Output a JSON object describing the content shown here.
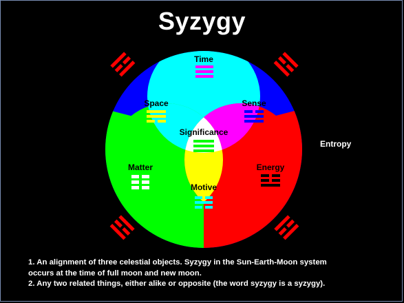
{
  "title": "Syzygy",
  "regions": {
    "time": "Time",
    "space": "Space",
    "sense": "Sense",
    "significance": "Significance",
    "matter": "Matter",
    "energy": "Energy",
    "motive": "Motive"
  },
  "outside_label": "Entropy",
  "notes": [
    "1. An alignment of three celestial objects. Syzygy in the Sun-Earth-Moon system",
    "occurs at the time of full moon and new moon.",
    "2. Any two related things, either alike or opposite (the word syzygy is a syzygy)."
  ],
  "colors": {
    "time": "#0000ff",
    "space": "#00ffff",
    "sense": "#ff00ff",
    "significance": "#ffffff",
    "matter": "#00ff00",
    "energy": "#ff0000",
    "motive": "#ffff00",
    "trigram_corner": "#ff0000",
    "trigram_time": "#ff00ff",
    "trigram_space": "#ffff00",
    "trigram_sense": "#0000ff",
    "trigram_significance": "#00ff00",
    "trigram_matter": "#ffffff",
    "trigram_energy": "#000000",
    "trigram_motive": "#00ffff"
  },
  "trigrams": {
    "time": "trigram-heaven-icon",
    "space": "trigram-wind-icon",
    "sense": "trigram-lake-icon",
    "significance": "trigram-heaven-icon",
    "matter": "trigram-earth-icon",
    "energy": "trigram-thunder-icon",
    "motive": "trigram-water-icon",
    "corners": "trigram-corner-icon"
  }
}
